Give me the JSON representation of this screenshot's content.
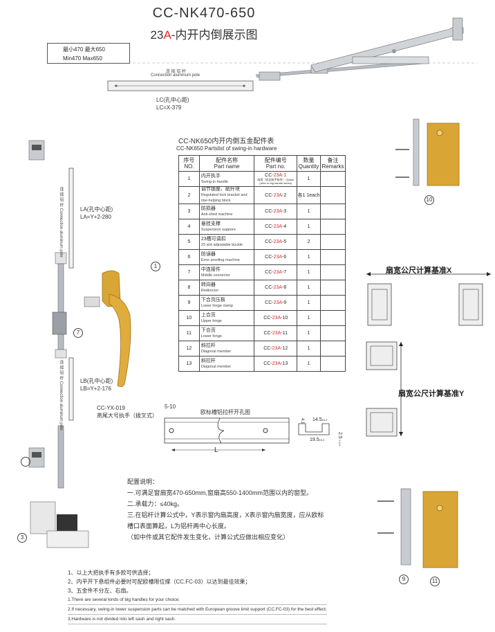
{
  "title": {
    "model": "CC-NK470-650",
    "sub_prefix": "23",
    "sub_red": "A",
    "sub_suffix": "-内开内倒展示图"
  },
  "minmax": {
    "line1": "最小470  最大650",
    "line2": "Min470  Max650"
  },
  "pole_top": {
    "cn": "连 接 铝 杆",
    "en": "Connection aluminum pole"
  },
  "lc": {
    "line1": "LC(孔中心距)",
    "line2": "LC=X-379"
  },
  "la": {
    "line1": "LA(孔中心距)",
    "line2": "LA=Y+2-280"
  },
  "lb": {
    "line1": "LB(孔中心距)",
    "line2": "LB=Y+2-176"
  },
  "pole_vertical": {
    "cn": "连 接 铝 杆",
    "en": "Connection aluminum pole"
  },
  "parts_table": {
    "title_cn": "CC-NK650内开内倒五金配件表",
    "title_en": "CC-NK650 Partslist of swing-in hardware",
    "headers": {
      "no_cn": "序号",
      "no_en": "NO.",
      "name_cn": "配件名称",
      "name_en": "Part name",
      "code_cn": "配件编号",
      "code_en": "Part no.",
      "qty_cn": "数量",
      "qty_en": "Quantity",
      "remark_cn": "备注",
      "remark_en": "Remarks"
    },
    "rows": [
      {
        "no": "1",
        "name_cn": "内开执手",
        "name_en": "Swing-in handle",
        "code_pre": "CC-",
        "code_red": "23A-1",
        "code_post": "",
        "code_note": "选用（详见执手系列） Option (refer to big handle series)",
        "qty": "1"
      },
      {
        "no": "2",
        "name_cn": "调节锁座、助升块",
        "name_en": "Regulated lock bracket and rise-helping block",
        "code_pre": "CC-",
        "code_red": "23A",
        "code_post": "-2",
        "code_note": "",
        "qty": "各1 1each"
      },
      {
        "no": "3",
        "name_cn": "防损器",
        "name_en": "Anti-shed machine",
        "code_pre": "CC-",
        "code_red": "23A",
        "code_post": "-3",
        "code_note": "",
        "qty": "1"
      },
      {
        "no": "4",
        "name_cn": "悬挂支撑",
        "name_en": "Suspension suppore",
        "code_pre": "CC-",
        "code_red": "23A",
        "code_post": "-4",
        "code_note": "",
        "qty": "1"
      },
      {
        "no": "5",
        "name_cn": "23槽可调扣",
        "name_en": "23 slot adjustable buckle",
        "code_pre": "CC-",
        "code_red": "23A",
        "code_post": "-5",
        "code_note": "",
        "qty": "2"
      },
      {
        "no": "6",
        "name_cn": "防误器",
        "name_en": "Error proofing machine",
        "code_pre": "CC-",
        "code_red": "23A",
        "code_post": "-6",
        "code_note": "",
        "qty": "1"
      },
      {
        "no": "7",
        "name_cn": "中连接件",
        "name_en": "Middle connector",
        "code_pre": "CC-",
        "code_red": "23A",
        "code_post": "-7",
        "code_note": "",
        "qty": "1"
      },
      {
        "no": "8",
        "name_cn": "转向器",
        "name_en": "Redirector",
        "code_pre": "CC-",
        "code_red": "23A",
        "code_post": "-8",
        "code_note": "",
        "qty": "1"
      },
      {
        "no": "9",
        "name_cn": "下合页压板",
        "name_en": "Lower hinge clamp",
        "code_pre": "CC-",
        "code_red": "23A",
        "code_post": "-9",
        "code_note": "",
        "qty": "1"
      },
      {
        "no": "10",
        "name_cn": "上合页",
        "name_en": "Upper hinge",
        "code_pre": "CC-",
        "code_red": "23A",
        "code_post": "-10",
        "code_note": "",
        "qty": "1"
      },
      {
        "no": "11",
        "name_cn": "下合页",
        "name_en": "Lower hinge",
        "code_pre": "CC-",
        "code_red": "23A",
        "code_post": "-11",
        "code_note": "",
        "qty": "1"
      },
      {
        "no": "12",
        "name_cn": "斜拉杆",
        "name_en": "Diagonal member",
        "code_pre": "CC-",
        "code_red": "23A",
        "code_post": "-12",
        "code_note": "",
        "qty": "1"
      },
      {
        "no": "13",
        "name_cn": "斜拉杆",
        "name_en": "Diagonal member",
        "code_pre": "CC-",
        "code_red": "23A",
        "code_post": "-13",
        "code_note": "",
        "qty": "1"
      }
    ]
  },
  "handle_caption": {
    "line1": "CC-YX-019",
    "line2": "燕尾大号执手（拨叉式）"
  },
  "callouts": {
    "c1": "1",
    "c3": "3",
    "c7": "7",
    "c9": "9",
    "c10": "10",
    "c11": "11"
  },
  "hole_drawing": {
    "title": "欧标槽铝拉杆开孔图",
    "dim_5_10": "5-10",
    "dim_L": "L",
    "dim_14_5": "14.5",
    "dim_14_5_tol": "±0.2",
    "dim_19_5": "19.5",
    "dim_19_5_tol": "±0.2",
    "dim_2_5": "2.5",
    "dim_2_5_tol": "±0.2",
    "dim_4_1": "4.1"
  },
  "sash_x": "扇宽公尺计算基准X",
  "sash_y": "扇宽公尺计算基准Y",
  "notes": {
    "heading": "配置说明：",
    "lines": [
      "一.可满足窗扇宽470-650mm,窗扇高550-1400mm范围以内的窗型。",
      "二.承载力：≤40kg。",
      "三.在铝杆计算公式中，Y表示窗内扇高度，X表示窗内扇宽度，应从欧标",
      "槽口表面算起，L为铝杆两中心长度。",
      "（如中件或其它配件发生变化，计算公式应做出相应变化）"
    ]
  },
  "footer": {
    "cn": [
      "1、以上大把执手有多款可供选择；",
      "2、内平开下悬组件必要时可配欧槽限位撑（CC.FC-03）以达到最佳效果；",
      "3、五金件不分左、右扇。"
    ],
    "en": [
      "1.There are several kinds of big handles for your choice;",
      "2.If necessary, swing-in lower suspension parts can be matched with European groove limit support (CC.FC-03) for the best effect;",
      "3.Hardware is not divided into left sash and right sash."
    ]
  },
  "colors": {
    "accent_red": "#e0262b",
    "gold": "#d9a534",
    "metal": "#b8bcc2"
  }
}
